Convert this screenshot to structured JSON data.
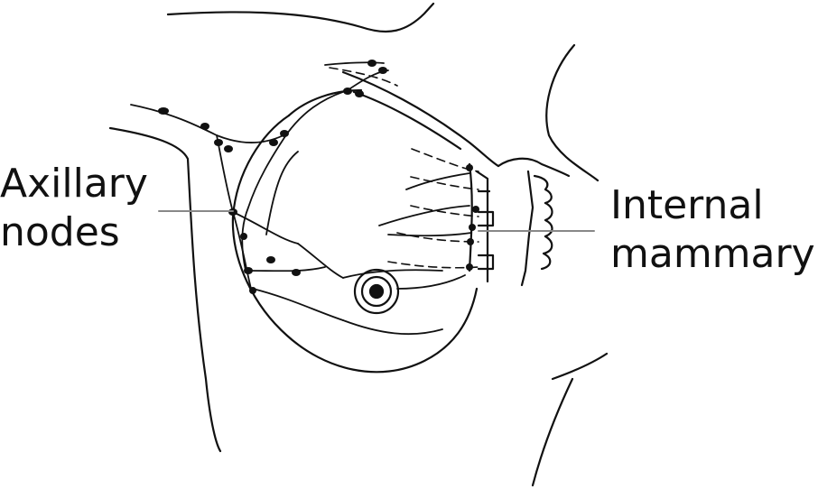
{
  "labels": {
    "axillary_line1": "Axillary",
    "axillary_line2": "nodes",
    "internal_line1": "Internal",
    "internal_line2": "mammary"
  },
  "colors": {
    "ink": "#111111",
    "leader": "#888888",
    "background": "#ffffff"
  }
}
